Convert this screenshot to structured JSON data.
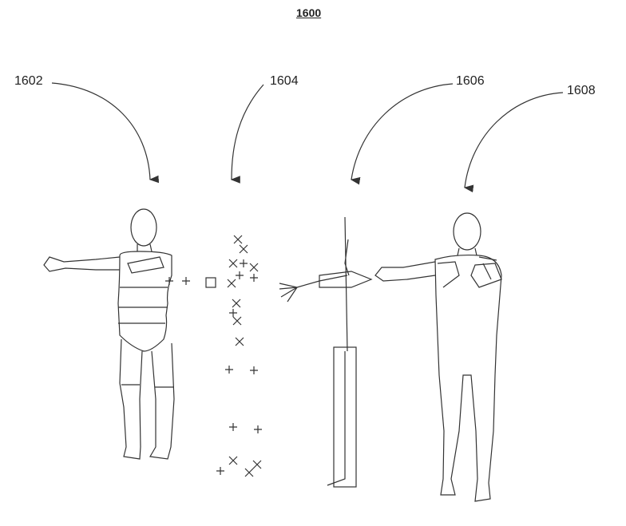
{
  "figure": {
    "title": "1600",
    "labels": [
      {
        "ref": "1602"
      },
      {
        "ref": "1604"
      },
      {
        "ref": "1606"
      },
      {
        "ref": "1608"
      }
    ]
  }
}
